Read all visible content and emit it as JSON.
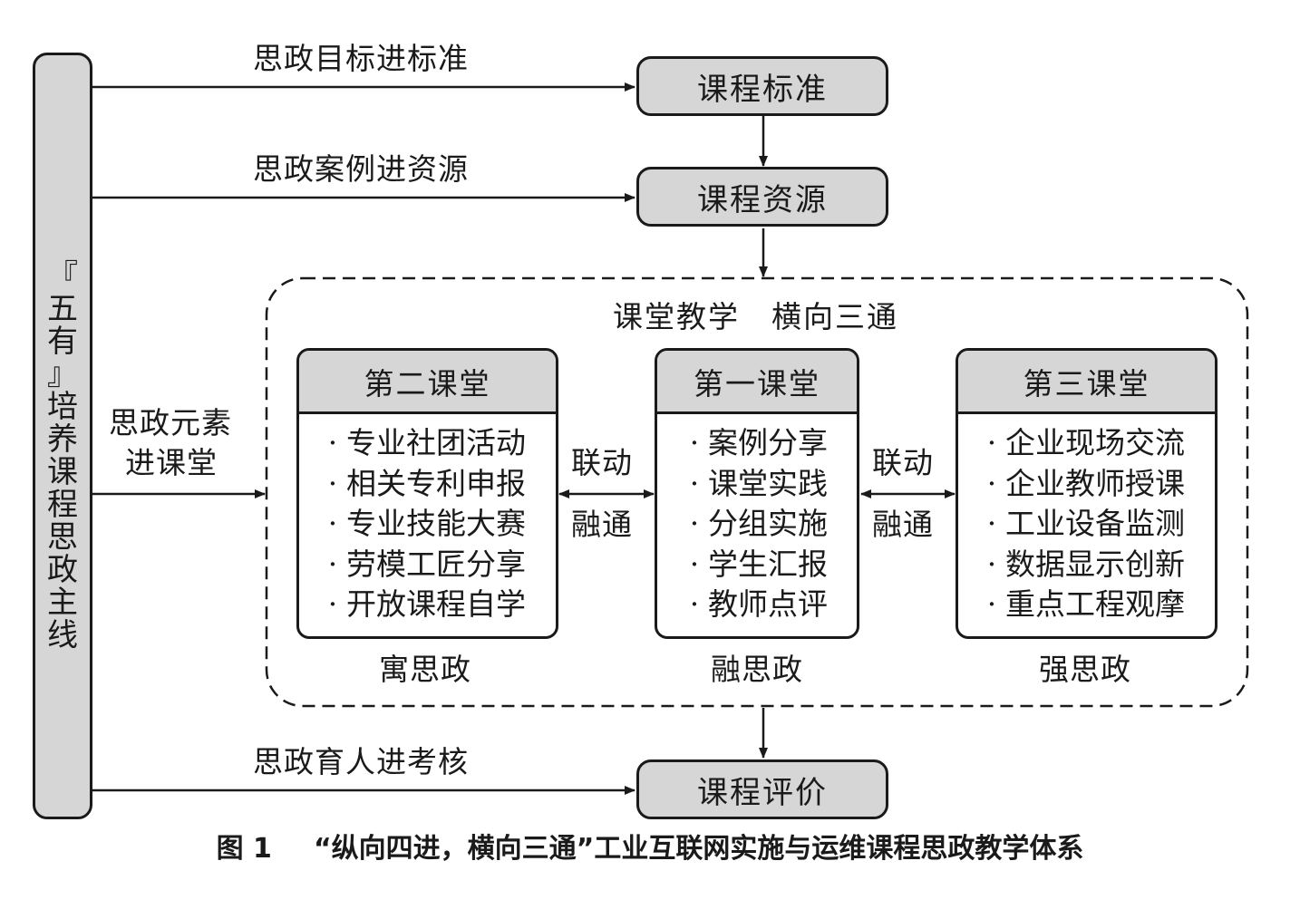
{
  "left_bar": {
    "text": [
      "『",
      "五",
      "有",
      "』",
      "培",
      "养",
      "课",
      "程",
      "思",
      "政",
      "主",
      "线"
    ]
  },
  "arrows": {
    "standard": "思政目标进标准",
    "resource": "思政案例进资源",
    "classroom_line1": "思政元素",
    "classroom_line2": "进课堂",
    "assessment": "思政育人进考核"
  },
  "boxes": {
    "standard": "课程标准",
    "resource": "课程资源",
    "evaluation": "课程评价"
  },
  "teaching": {
    "title": "课堂教学　横向三通",
    "link_top": "联动",
    "link_bottom": "融通",
    "classes": [
      {
        "title": "第二课堂",
        "items": [
          "专业社团活动",
          "相关专利申报",
          "专业技能大赛",
          "劳模工匠分享",
          "开放课程自学"
        ],
        "caption": "寓思政"
      },
      {
        "title": "第一课堂",
        "items": [
          "案例分享",
          "课堂实践",
          "分组实施",
          "学生汇报",
          "教师点评"
        ],
        "caption": "融思政"
      },
      {
        "title": "第三课堂",
        "items": [
          "企业现场交流",
          "企业教师授课",
          "工业设备监测",
          "数据显示创新",
          "重点工程观摩"
        ],
        "caption": "强思政"
      }
    ]
  },
  "caption": {
    "figure": "图 1",
    "text": "“纵向四进，横向三通”工业互联网实施与运维课程思政教学体系"
  }
}
